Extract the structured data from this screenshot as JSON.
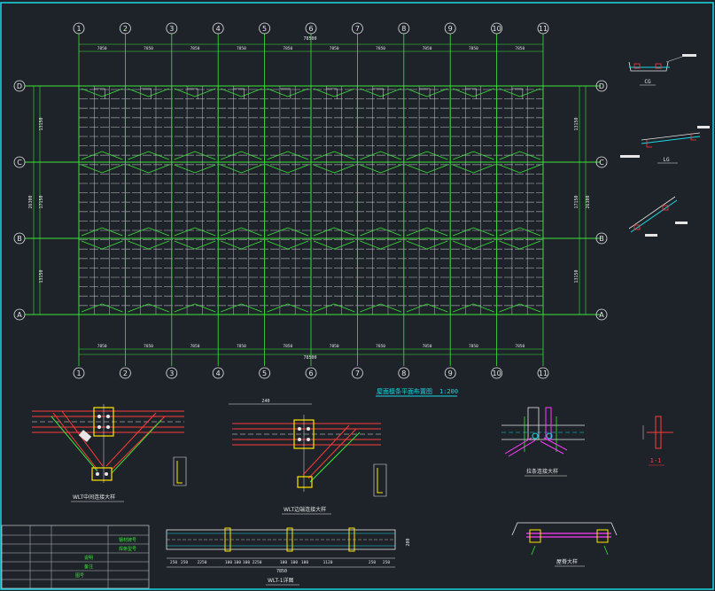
{
  "column_axes": [
    "1",
    "2",
    "3",
    "4",
    "5",
    "6",
    "7",
    "8",
    "9",
    "10",
    "11"
  ],
  "row_axes": [
    "D",
    "C",
    "B",
    "A"
  ],
  "bay_dims": [
    "7850",
    "7850",
    "7850",
    "7850",
    "7850",
    "7850",
    "7850",
    "7850",
    "7850",
    "7850"
  ],
  "total_length": "78500",
  "row_dims": [
    "13150",
    "13150"
  ],
  "middle_dim": "17150",
  "total_width": "26300",
  "plan_title": "屋面檩条平面布置图",
  "plan_scale": "1:200",
  "section_labels": [
    "CG",
    "LG",
    "1-1"
  ],
  "detail_titles": {
    "left": "WLT中间连接大样",
    "mid": "WLT边端连接大样",
    "right": "拉条连接大样",
    "bottom_left": "WLT-1详图",
    "bottom_right": "屋脊大样"
  },
  "strip_dims": [
    "250",
    "250",
    "2250",
    "100",
    "100",
    "100",
    "2250",
    "100",
    "100",
    "100",
    "1120",
    "250",
    "250"
  ],
  "strip_total": "7850",
  "strip_height": "200",
  "table_labels": [
    "钢材牌号",
    "焊条型号",
    "说明",
    "备注",
    "图号"
  ]
}
